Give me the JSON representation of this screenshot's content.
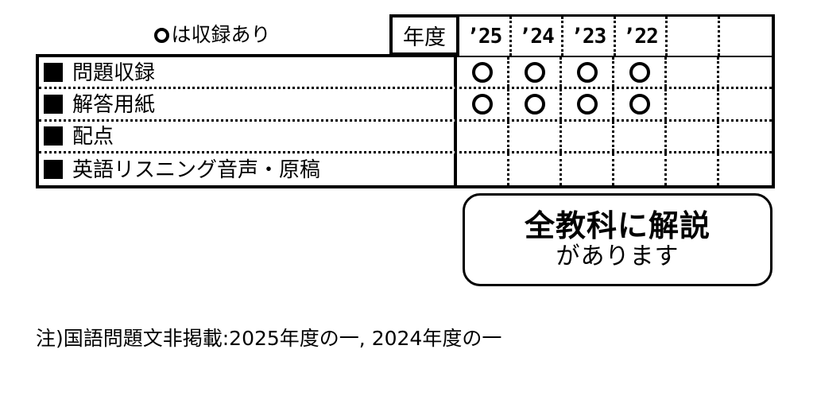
{
  "legend": {
    "icon": "circle-outline-icon",
    "text": "は収録あり"
  },
  "table": {
    "year_header_label": "年度",
    "year_columns": [
      "’25",
      "’24",
      "’23",
      "’22",
      "",
      ""
    ],
    "rows": [
      {
        "bullet": "filled-square-icon",
        "label": "問題収録",
        "marks": [
          "○",
          "○",
          "○",
          "○",
          "",
          ""
        ]
      },
      {
        "bullet": "filled-square-icon",
        "label": "解答用紙",
        "marks": [
          "○",
          "○",
          "○",
          "○",
          "",
          ""
        ]
      },
      {
        "bullet": "filled-square-icon",
        "label": "配点",
        "marks": [
          "",
          "",
          "",
          "",
          "",
          ""
        ]
      },
      {
        "bullet": "filled-square-icon",
        "label": "英語リスニング音声・原稿",
        "marks": [
          "",
          "",
          "",
          "",
          "",
          ""
        ]
      }
    ]
  },
  "callout": {
    "line1": "全教科に解説",
    "line2": "があります"
  },
  "footnote": {
    "text": "注)国語問題文非掲載:2025年度の一, 2024年度の一"
  },
  "colors": {
    "ink": "#000000",
    "paper": "#ffffff"
  }
}
